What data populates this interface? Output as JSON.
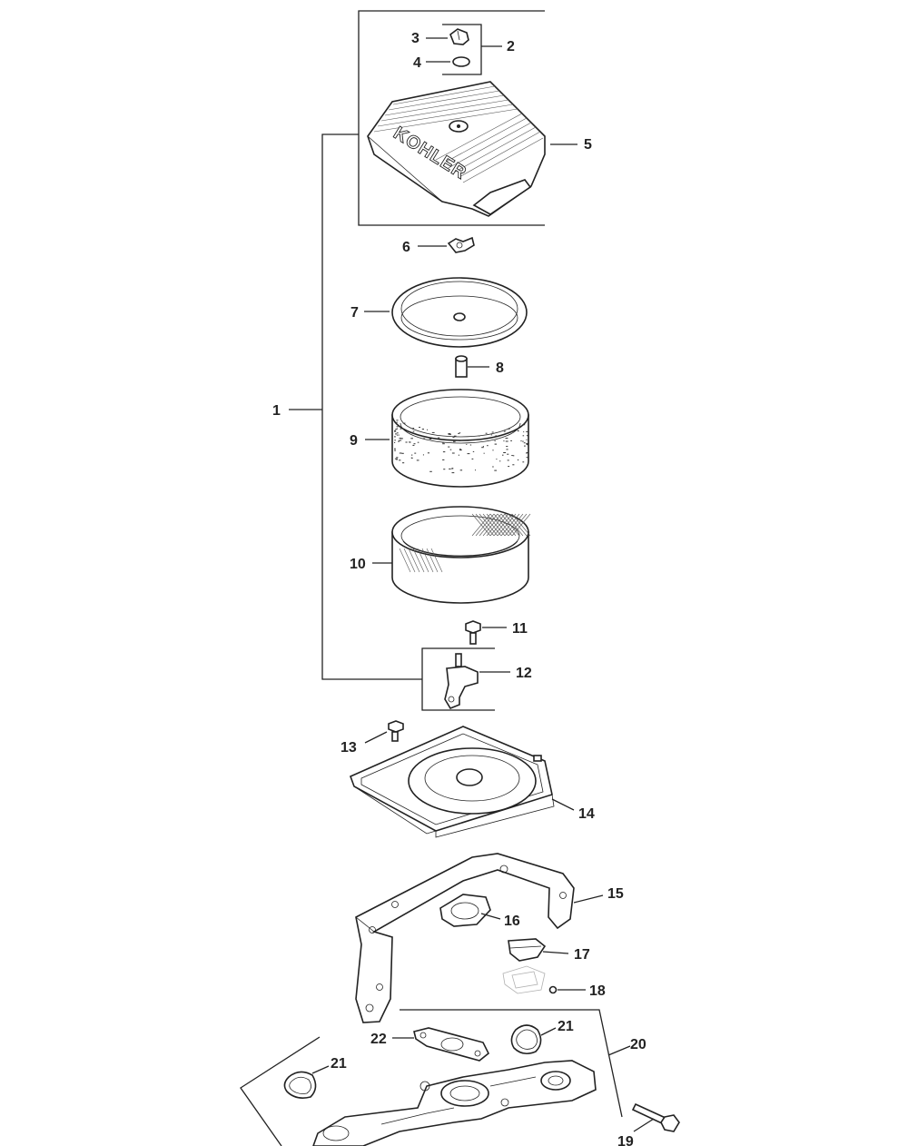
{
  "callouts": [
    {
      "id": "1",
      "label": "1"
    },
    {
      "id": "2",
      "label": "2"
    },
    {
      "id": "3",
      "label": "3"
    },
    {
      "id": "4",
      "label": "4"
    },
    {
      "id": "5",
      "label": "5"
    },
    {
      "id": "6",
      "label": "6"
    },
    {
      "id": "7",
      "label": "7"
    },
    {
      "id": "8",
      "label": "8"
    },
    {
      "id": "9",
      "label": "9"
    },
    {
      "id": "10",
      "label": "10"
    },
    {
      "id": "11",
      "label": "11"
    },
    {
      "id": "12",
      "label": "12"
    },
    {
      "id": "13",
      "label": "13"
    },
    {
      "id": "14",
      "label": "14"
    },
    {
      "id": "15",
      "label": "15"
    },
    {
      "id": "16",
      "label": "16"
    },
    {
      "id": "17",
      "label": "17"
    },
    {
      "id": "18",
      "label": "18"
    },
    {
      "id": "19",
      "label": "19"
    },
    {
      "id": "20",
      "label": "20"
    },
    {
      "id": "21a",
      "label": "21"
    },
    {
      "id": "21b",
      "label": "21"
    },
    {
      "id": "22",
      "label": "22"
    }
  ],
  "brand_text": "KOHLER"
}
